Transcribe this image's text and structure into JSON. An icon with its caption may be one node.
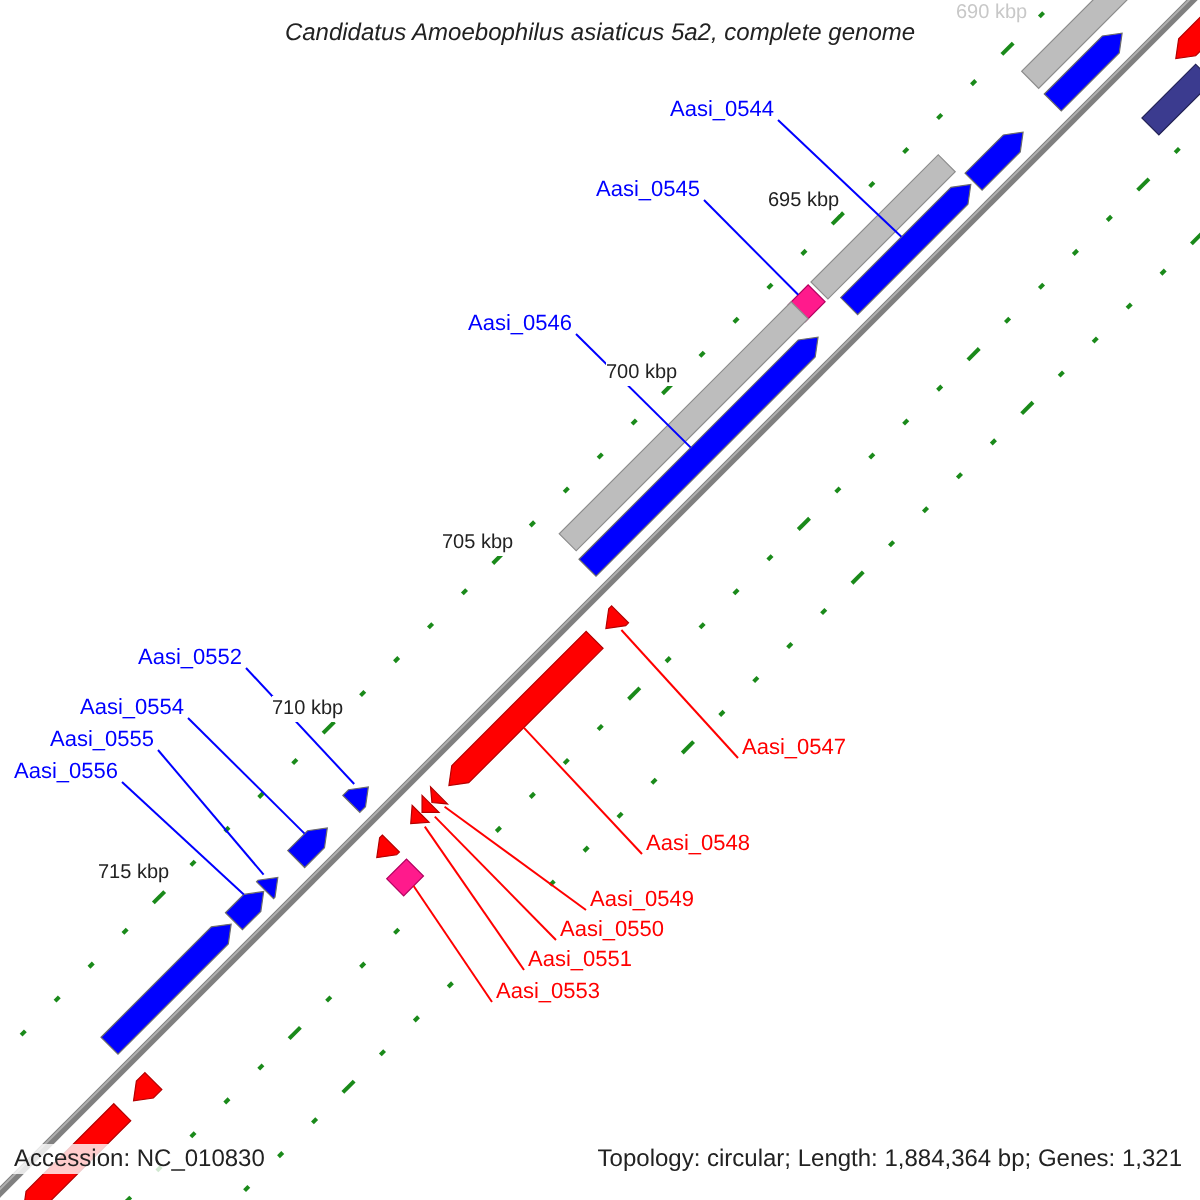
{
  "diagram": {
    "title": "Candidatus Amoebophilus asiaticus 5a2, complete genome",
    "nodes": [
      {
        "text": [
          "Aasi_0544"
        ]
      },
      {
        "text": [],
        "shape": "arrow"
      },
      {
        "text": [
          "Aasi_0545"
        ]
      },
      {
        "text": [],
        "shape": "diamond"
      },
      {
        "text": [
          "Aasi_0546"
        ]
      },
      {
        "text": [],
        "shape": "arrow"
      },
      {
        "text": [
          "Aasi_0547"
        ]
      },
      {
        "text": [],
        "shape": "arrow"
      },
      {
        "text": [
          "Aasi_0552"
        ]
      },
      {
        "text": [],
        "shape": "arrow"
      },
      {
        "text": [
          "Aasi_0554"
        ]
      },
      {
        "text": [],
        "shape": "arrow"
      },
      {
        "text": [
          "Aasi_0555"
        ]
      },
      {
        "text": [],
        "shape": "arrow"
      },
      {
        "text": [
          "Aasi_0556"
        ]
      },
      {
        "text": [],
        "shape": "arrow"
      },
      {
        "text": [
          "Aasi_0548"
        ]
      },
      {
        "text": [],
        "shape": "arrow"
      },
      {
        "text": [
          "Aasi_0549"
        ]
      },
      {
        "text": [],
        "shape": "arrow"
      },
      {
        "text": [
          "Aasi_0550"
        ]
      },
      {
        "text": [],
        "shape": "arrow"
      },
      {
        "text": [
          "Aasi_0551"
        ]
      },
      {
        "text": [],
        "shape": "arrow"
      },
      {
        "text": [
          "Aasi_0553"
        ]
      },
      {
        "text": [],
        "shape": "diamond"
      },
      {
        "text": [],
        "shape": "arrow"
      },
      {
        "text": [],
        "shape": "bar"
      },
      {
        "text": [],
        "shape": "bar"
      },
      {
        "text": [],
        "shape": "arrow"
      },
      {
        "text": [],
        "shape": "arrow"
      },
      {
        "text": [],
        "shape": "bar"
      },
      {
        "text": [],
        "shape": "bar"
      },
      {
        "text": [],
        "shape": "arrow"
      },
      {
        "text": [],
        "shape": "arrow"
      },
      {
        "text": [],
        "shape": "arrow"
      },
      {
        "text": [],
        "shape": "arrow"
      }
    ],
    "edges": [
      {
        "from": 0,
        "to": 1,
        "arrow": "none"
      },
      {
        "from": 2,
        "to": 3,
        "arrow": "none"
      },
      {
        "from": 4,
        "to": 5,
        "arrow": "none"
      },
      {
        "from": 6,
        "to": 7,
        "arrow": "none",
        "color": "#ff0000"
      },
      {
        "from": 8,
        "to": 9,
        "arrow": "none"
      },
      {
        "from": 10,
        "to": 11,
        "arrow": "none"
      },
      {
        "from": 12,
        "to": 13,
        "arrow": "none"
      },
      {
        "from": 14,
        "to": 15,
        "arrow": "none"
      },
      {
        "from": 16,
        "to": 17,
        "arrow": "none",
        "color": "#ff0000"
      },
      {
        "from": 18,
        "to": 19,
        "arrow": "none",
        "color": "#ff0000"
      },
      {
        "from": 20,
        "to": 21,
        "arrow": "none",
        "color": "#ff0000"
      },
      {
        "from": 22,
        "to": 23,
        "arrow": "none",
        "color": "#ff0000"
      },
      {
        "from": 24,
        "to": 25,
        "arrow": "none",
        "color": "#ff0000"
      }
    ],
    "labels": [
      "690 kbp",
      "695 kbp",
      "700 kbp",
      "705 kbp",
      "710 kbp",
      "715 kbp",
      "Accession: NC_010830",
      "Topology: circular; Length: 1,884,364 bp; Genes: 1,321"
    ]
  }
}
